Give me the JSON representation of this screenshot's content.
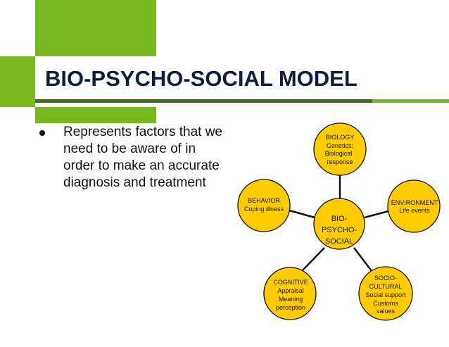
{
  "slide": {
    "title": "BIO-PSYCHO-SOCIAL MODEL",
    "bullets": [
      "Represents factors that we need to be aware of in order to make an accurate diagnosis and treatment"
    ]
  },
  "diagram": {
    "center": [
      "BIO-",
      "PSYCHO-",
      "SOCIAL"
    ],
    "nodes": {
      "biology": [
        "BIOLOGY",
        "Genetics;",
        "Biological",
        "response"
      ],
      "environment": [
        "ENVIRONMENT",
        "Life events"
      ],
      "socio_cultural": [
        "SOCIO-",
        "CULTURAL",
        "Social support",
        "Customs",
        "values"
      ],
      "cognitive": [
        "COGNITIVE",
        "Appraisal",
        "Meaning",
        "perception"
      ],
      "behavior": [
        "BEHAVIOR",
        "Coping illness"
      ]
    },
    "colors": {
      "node_fill": "#ffcc00",
      "node_stroke": "#111111",
      "accent_green": "#77b820",
      "rule_dark_green": "#3f6d0f",
      "title_color": "#0f1d3d"
    }
  }
}
